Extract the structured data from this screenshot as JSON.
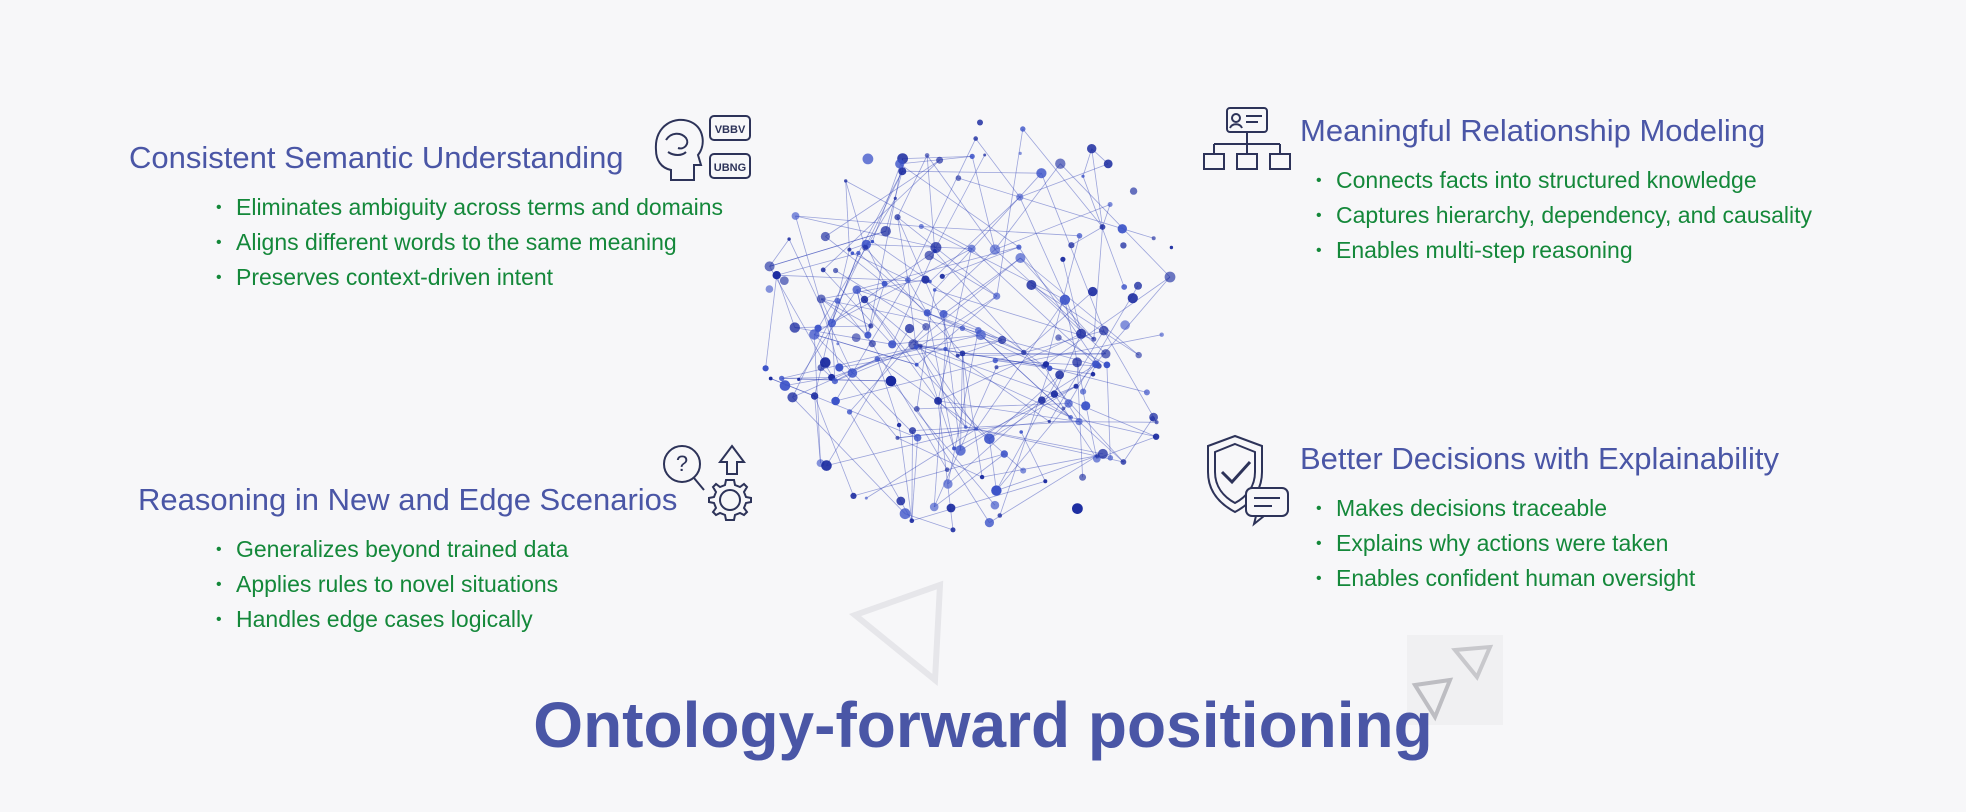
{
  "sections": [
    {
      "title": "Consistent Semantic Understanding",
      "bullets": [
        "Eliminates ambiguity across terms and domains",
        "Aligns different words to the same meaning",
        "Preserves context-driven intent"
      ],
      "icon": "brain-speech-icon",
      "icon_text": [
        "VBBV",
        "UBNG"
      ]
    },
    {
      "title": "Meaningful Relationship Modeling",
      "bullets": [
        "Connects facts into structured knowledge",
        "Captures hierarchy, dependency, and causality",
        "Enables multi-step reasoning"
      ],
      "icon": "org-chart-icon"
    },
    {
      "title": "Reasoning in New and Edge Scenarios",
      "bullets": [
        "Generalizes beyond trained data",
        "Applies rules to novel situations",
        "Handles edge cases logically"
      ],
      "icon": "question-gear-icon"
    },
    {
      "title": "Better Decisions with Explainability",
      "bullets": [
        "Makes decisions traceable",
        "Explains why actions were taken",
        "Enables confident human oversight"
      ],
      "icon": "shield-check-icon"
    }
  ],
  "title": "Ontology-forward positioning",
  "colors": {
    "heading": "#4a56a6",
    "bullet_text": "#14883a",
    "network": "#2c3fb5",
    "icon_stroke": "#2d3359"
  }
}
